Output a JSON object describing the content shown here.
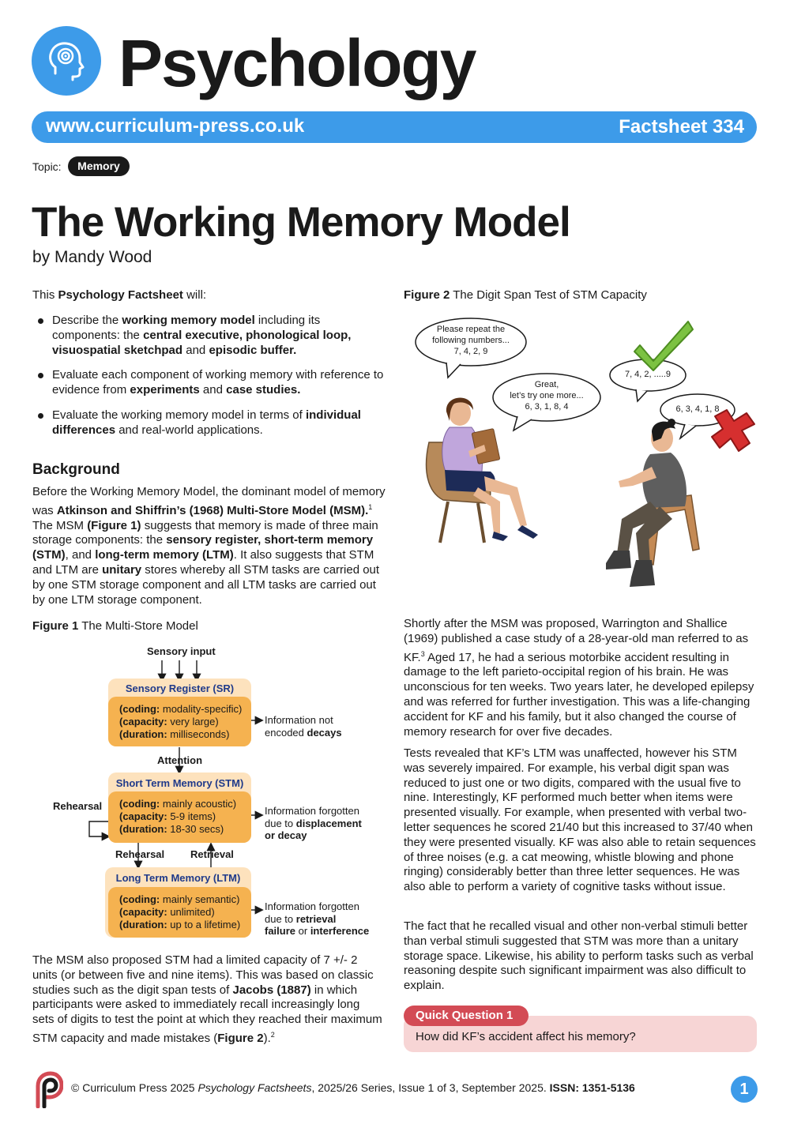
{
  "header": {
    "brand": "Psychology",
    "url": "www.curriculum-press.co.uk",
    "factsheet": "Factsheet 334"
  },
  "topic": {
    "label": "Topic:",
    "value": "Memory"
  },
  "article": {
    "title": "The Working Memory Model",
    "byline": "by Mandy Wood"
  },
  "intro": {
    "lead_pre": "This ",
    "lead_bold": "Psychology Factsheet",
    "lead_post": " will:"
  },
  "bullets": {
    "b1_a": "Describe the ",
    "b1_b": "working memory model",
    "b1_c": " including its components: the ",
    "b1_d": "central executive, phonological loop, visuospatial sketchpad",
    "b1_e": " and ",
    "b1_f": "episodic buffer.",
    "b2_a": "Evaluate each component of working memory with reference to evidence from ",
    "b2_b": "experiments",
    "b2_c": " and ",
    "b2_d": "case studies.",
    "b3_a": "Evaluate the working memory model in terms of ",
    "b3_b": "individual differences",
    "b3_c": " and real-world applications."
  },
  "background": {
    "heading": "Background",
    "p1_a": "Before the Working Memory Model, the dominant model of memory was ",
    "p1_b": "Atkinson and Shiffrin’s (1968) Multi-Store Model (MSM).",
    "p1_sup": "1",
    "p1_c": " The MSM ",
    "p1_d": "(Figure 1)",
    "p1_e": " suggests that memory is made of three main storage components: the ",
    "p1_f": "sensory register, short-term memory (STM)",
    "p1_g": ", and ",
    "p1_h": "long-term memory (LTM)",
    "p1_i": ". It also suggests that STM and LTM are ",
    "p1_j": "unitary",
    "p1_k": " stores whereby all STM tasks are carried out by one STM storage component and all LTM tasks are carried out by one LTM storage component."
  },
  "figure1": {
    "caption_bold": "Figure 1",
    "caption": " The Multi-Store Model",
    "sensory_input": "Sensory input",
    "attention": "Attention",
    "rehearsal_left": "Rehearsal",
    "rehearsal": "Rehearsal",
    "retrieval": "Retrieval",
    "sr": {
      "title": "Sensory Register (SR)",
      "l1b": "(coding:",
      "l1": " modality-specific)",
      "l2b": "(capacity:",
      "l2": " very large)",
      "l3b": "(duration:",
      "l3": " milliseconds)",
      "note1": "Information not",
      "note2a": "encoded ",
      "note2b": "decays"
    },
    "stm": {
      "title": "Short Term Memory (STM)",
      "l1b": "(coding:",
      "l1": " mainly acoustic)",
      "l2b": "(capacity:",
      "l2": " 5-9 items)",
      "l3b": "(duration:",
      "l3": " 18-30 secs)",
      "note1": "Information forgotten",
      "note2a": "due to ",
      "note2b": "displacement",
      "note3": "or decay"
    },
    "ltm": {
      "title": "Long Term Memory (LTM)",
      "l1b": "(coding:",
      "l1": " mainly semantic)",
      "l2b": "(capacity:",
      "l2": " unlimited)",
      "l3b": "(duration:",
      "l3": " up to a lifetime)",
      "note1": "Information forgotten",
      "note2a": "due to ",
      "note2b": "retrieval",
      "note3a": "failure",
      "note3b": " or ",
      "note3c": "interference"
    }
  },
  "msm_para": {
    "a": "The MSM also proposed STM had a limited capacity of 7 +/- 2 units (or between five and nine items). This was based on classic studies such as the digit span tests of ",
    "b": "Jacobs (1887)",
    "c": " in which participants were asked to immediately recall increasingly long sets of digits to test the point at which they reached their maximum STM capacity and made mistakes (",
    "d": "Figure 2",
    "e": ").",
    "sup": "2"
  },
  "figure2": {
    "caption_bold": "Figure 2",
    "caption": " The Digit Span Test of STM Capacity",
    "bubble1_l1": "Please repeat the",
    "bubble1_l2": "following numbers...",
    "bubble1_l3": "7, 4, 2, 9",
    "bubble2_l1": "Great,",
    "bubble2_l2": "let’s try one more...",
    "bubble2_l3": "6, 3, 1, 8, 4",
    "bubble3": "7, 4, 2, .....9",
    "bubble4": "6, 3, 4, 1, 8"
  },
  "right_col": {
    "p1_a": "Shortly after the MSM was proposed, Warrington and Shallice (1969) published a case study of a 28-year-old man referred to as KF.",
    "p1_sup": "3",
    "p1_b": " Aged 17, he had a serious motorbike accident resulting in damage to the left parieto-occipital region of his brain. He was unconscious for ten weeks. Two years later, he developed epilepsy and was referred for further investigation. This was a life-changing accident for KF and his family, but it also changed the course of memory research for over five decades.",
    "p2": "Tests revealed that KF’s LTM was unaffected, however his STM was severely impaired. For example, his verbal digit span was reduced to just one or two digits, compared with the usual five to nine. Interestingly, KF performed much better when items were presented visually. For example, when presented with verbal two-letter sequences he scored 21/40 but this increased to 37/40 when they were presented visually. KF was also able to retain sequences of three noises (e.g. a cat meowing, whistle blowing and phone ringing) considerably better than three letter sequences. He was also able to perform a variety of cognitive tasks without issue.",
    "p3": "The fact that he recalled visual and other non-verbal stimuli better than verbal stimuli suggested that STM was more than a unitary storage space. Likewise, his ability to perform tasks such as verbal reasoning despite such significant impairment was also difficult to explain."
  },
  "quick_question": {
    "label": "Quick Question 1",
    "text": "How did KF’s accident affect his memory?"
  },
  "footer": {
    "a": "© Curriculum Press 2025 ",
    "b": "Psychology Factsheets",
    "c": ", 2025/26 Series, Issue 1 of 3, September 2025. ",
    "d": "ISSN: 1351-5136",
    "page": "1"
  },
  "colors": {
    "brand_blue": "#3d9be9",
    "box_outer": "#fde2bd",
    "box_inner": "#f5b250",
    "box_title": "#1f3a8a",
    "quick_question_tab": "#d34b55",
    "quick_question_box": "#f7d5d5"
  },
  "icons": [
    "brain-head-icon",
    "check-mark-icon",
    "cross-mark-icon",
    "curriculum-press-logo-icon"
  ]
}
